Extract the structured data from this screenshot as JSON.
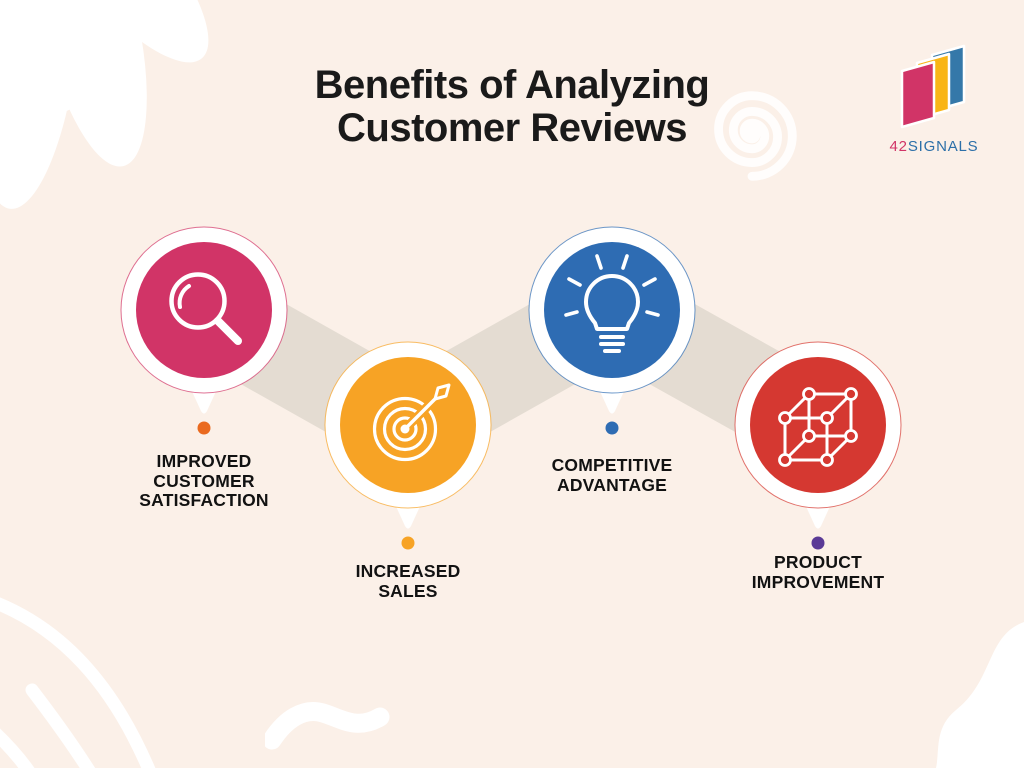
{
  "title": {
    "line1": "Benefits of Analyzing",
    "line2": "Customer Reviews"
  },
  "logo": {
    "text_42": "42",
    "text_signals": "SIGNALS",
    "colors": {
      "pink": "#D13467",
      "yellow": "#F9B515",
      "blue": "#3578A9",
      "wordmark_pink": "#D13467",
      "wordmark_blue": "#2C6FA8"
    }
  },
  "steps": [
    {
      "label_lines": [
        "IMPROVED",
        "CUSTOMER",
        "SATISFACTION"
      ],
      "icon": "magnifier-icon",
      "color": "#D13467",
      "dot_color": "#EA6A1F"
    },
    {
      "label_lines": [
        "INCREASED",
        "SALES"
      ],
      "icon": "target-icon",
      "color": "#F7A325",
      "dot_color": "#F7A325"
    },
    {
      "label_lines": [
        "COMPETITIVE",
        "ADVANTAGE"
      ],
      "icon": "lightbulb-icon",
      "color": "#2E6CB3",
      "dot_color": "#2E6CB3"
    },
    {
      "label_lines": [
        "PRODUCT",
        "IMPROVEMENT"
      ],
      "icon": "cube-icon",
      "color": "#D53831",
      "dot_color": "#5A3A96"
    }
  ],
  "background": {
    "canvas": "#FBF0E8",
    "ribbon": "#E4DCD2",
    "decoration": "white petals, swirl, arcs, squiggle, corner blob"
  }
}
